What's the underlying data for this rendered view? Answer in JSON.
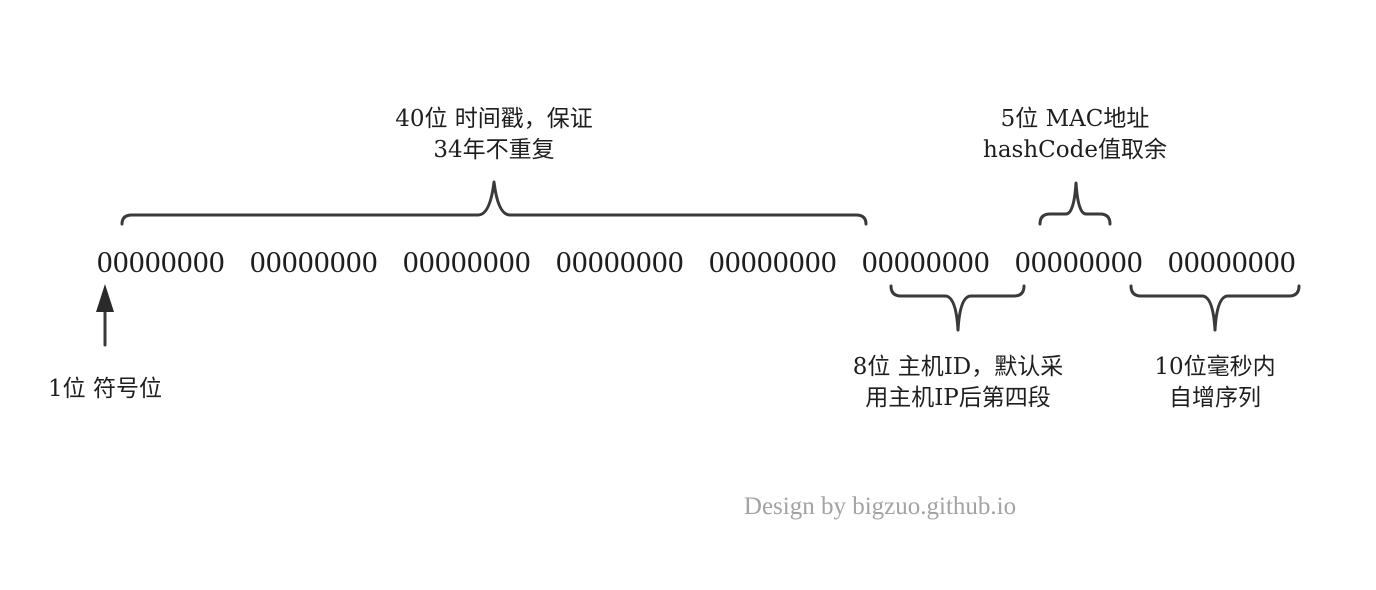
{
  "bytes": [
    "00000000",
    "00000000",
    "00000000",
    "00000000",
    "00000000",
    "00000000",
    "00000000",
    "00000000"
  ],
  "labels": {
    "timestamp": {
      "line1": "40位 时间戳，保证",
      "line2": "34年不重复"
    },
    "mac": {
      "line1": "5位 MAC地址",
      "line2": "hashCode值取余"
    },
    "host": {
      "line1": "8位 主机ID，默认采",
      "line2": "用主机IP后第四段"
    },
    "sequence": {
      "line1": "10位毫秒内",
      "line2": "自增序列"
    },
    "sign": {
      "line1": "1位 符号位"
    }
  },
  "credit": "Design by bigzuo.github.io"
}
